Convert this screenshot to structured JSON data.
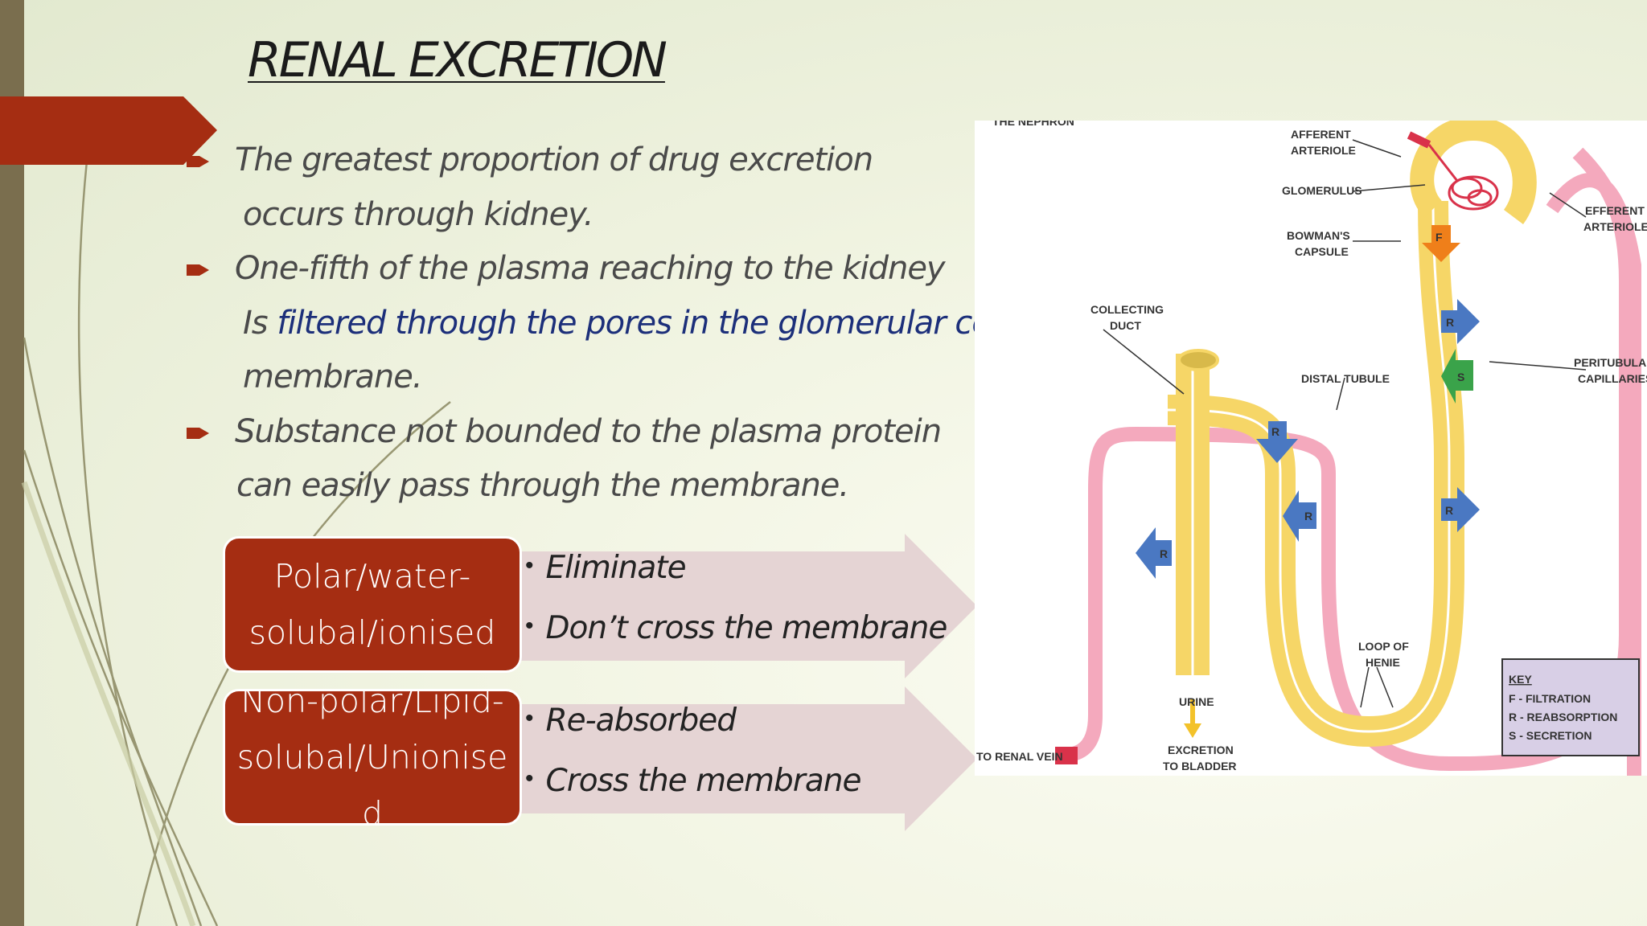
{
  "slide": {
    "title": "RENAL EXCRETION",
    "bullets": [
      {
        "type": "bullet",
        "text": "The greatest proportion of drug excretion"
      },
      {
        "type": "cont",
        "text": "occurs through kidney."
      },
      {
        "type": "bullet",
        "text": "One-fifth of the plasma reaching to the kidney"
      },
      {
        "type": "cont",
        "pre": "Is ",
        "highlight": "filtered through the pores in the glomerular cell"
      },
      {
        "type": "cont",
        "text": "membrane."
      },
      {
        "type": "bullet",
        "text": "Substance not bounded to the plasma protein"
      },
      {
        "type": "cont",
        "text": "can easily pass through the membrane."
      }
    ]
  },
  "categories": [
    {
      "label_lines": [
        "Polar/water-",
        "solubal/ionised"
      ],
      "items": [
        "Eliminate",
        "Don’t cross the membrane"
      ]
    },
    {
      "label_lines": [
        "Non-polar/Lipid-",
        "solubal/Unionise",
        "d"
      ],
      "items": [
        "Re-absorbed",
        "Cross the membrane"
      ]
    }
  ],
  "bullet_dot": "•",
  "nephron_diagram": {
    "labels": {
      "header": "THE NEPHRON",
      "afferent_1": "AFFERENT",
      "afferent_2": "ARTERIOLE",
      "glomerulus": "GLOMERULUS",
      "bowmans_1": "BOWMAN'S",
      "bowmans_2": "CAPSULE",
      "efferent_1": "EFFERENT",
      "efferent_2": "ARTERIOLE",
      "collecting_1": "COLLECTING",
      "collecting_2": "DUCT",
      "distal": "DISTAL TUBULE",
      "peritubular_1": "PERITUBULAR",
      "peritubular_2": "CAPILLARIES",
      "loop_1": "LOOP OF",
      "loop_2": "HENIE",
      "urine": "URINE",
      "excretion_1": "EXCRETION",
      "excretion_2": "TO BLADDER",
      "renal_vein": "TO RENAL VEIN",
      "key_title": "KEY",
      "key_f": "F - FILTRATION",
      "key_r": "R - REABSORPTION",
      "key_s": "S - SECRETION",
      "f": "F",
      "r": "R",
      "s": "S"
    },
    "colors": {
      "tubule": "#f6d667",
      "vessel": "#f4a9bd",
      "filtration": "#ef7f1a",
      "reabsorption": "#4a78c2",
      "secretion": "#3aa34a"
    }
  },
  "colors": {
    "accent": "#a52d12",
    "arrow_fill": "#e5d4d4",
    "left_bar": "#7a6e4e",
    "highlight_text": "#1c2f7a"
  }
}
